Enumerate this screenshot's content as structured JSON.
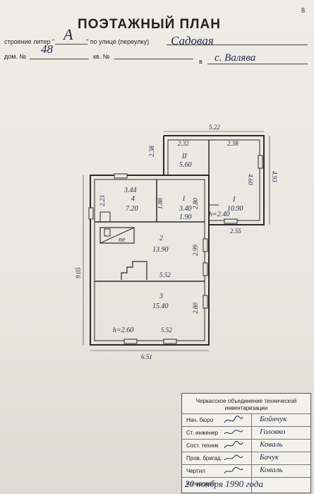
{
  "page_number": "8",
  "header": {
    "title": "ПОЭТАЖНЫЙ ПЛАН",
    "building_label_left": "строение литер \"",
    "building_letter": "А",
    "street_label": "\" по улице (переулку)",
    "street_value": "Садовая",
    "house_label": "дом. №",
    "house_number": "48",
    "apt_label": "кв. №",
    "apt_number": "",
    "in_label": "в",
    "settlement": "с. Валява"
  },
  "rooms": [
    {
      "number": "4",
      "width": "3.44",
      "area": "7.20"
    },
    {
      "number": "1",
      "width": "3.40",
      "area": "3.40"
    },
    {
      "number": "2",
      "area": "13.90"
    },
    {
      "number": "3",
      "area": "15.40"
    },
    {
      "number": "I",
      "area": "10.90"
    },
    {
      "number": "II",
      "area": "5.60"
    }
  ],
  "labels": {
    "hall_area": "1.90",
    "height_annex": "h=2.40",
    "height_main": "h=2.60",
    "stove": "пе"
  },
  "dimensions": {
    "top_annex": "5.22",
    "annex_left_height": "2.38",
    "annex_seg_a": "2.32",
    "annex_seg_b": "2.38",
    "annex_inner": "4.60",
    "annex_right": "4.93",
    "annex_bottom": "2.55",
    "room4_side": "2.23",
    "room1_side": "1.88",
    "room1_side_b": "2.80",
    "main_left": "9.05",
    "room2_right": "2.99",
    "middle_width": "5.52",
    "room3_right": "2.80",
    "bottom_inner": "5.52",
    "overall_width": "6.51"
  },
  "stamp": {
    "organization": "Черкасское объединение технической инвентаризации",
    "rows": [
      {
        "role": "Нач. бюро",
        "name": "Бойнчук"
      },
      {
        "role": "Ст. инженер",
        "name": "Головко"
      },
      {
        "role": "Сост. техник",
        "name": "Коваль"
      },
      {
        "role": "Пров. бригад.",
        "name": "Бачук"
      },
      {
        "role": "Чертил",
        "name": "Коваль"
      },
      {
        "role": "Копировал",
        "name": ""
      }
    ],
    "date": "20 ноября 1990 года"
  }
}
